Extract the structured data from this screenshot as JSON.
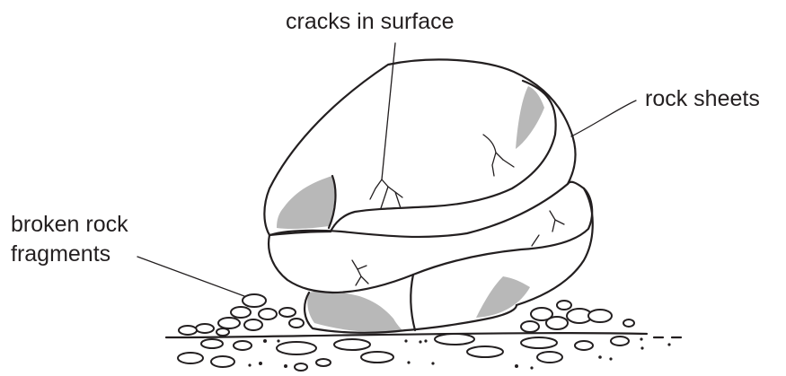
{
  "labels": {
    "cracks": "cracks in surface",
    "sheets": "rock sheets",
    "fragments_line1": "broken rock",
    "fragments_line2": "fragments"
  },
  "colors": {
    "ink": "#231f20",
    "shade": "#b8b8b8",
    "background": "#ffffff"
  }
}
